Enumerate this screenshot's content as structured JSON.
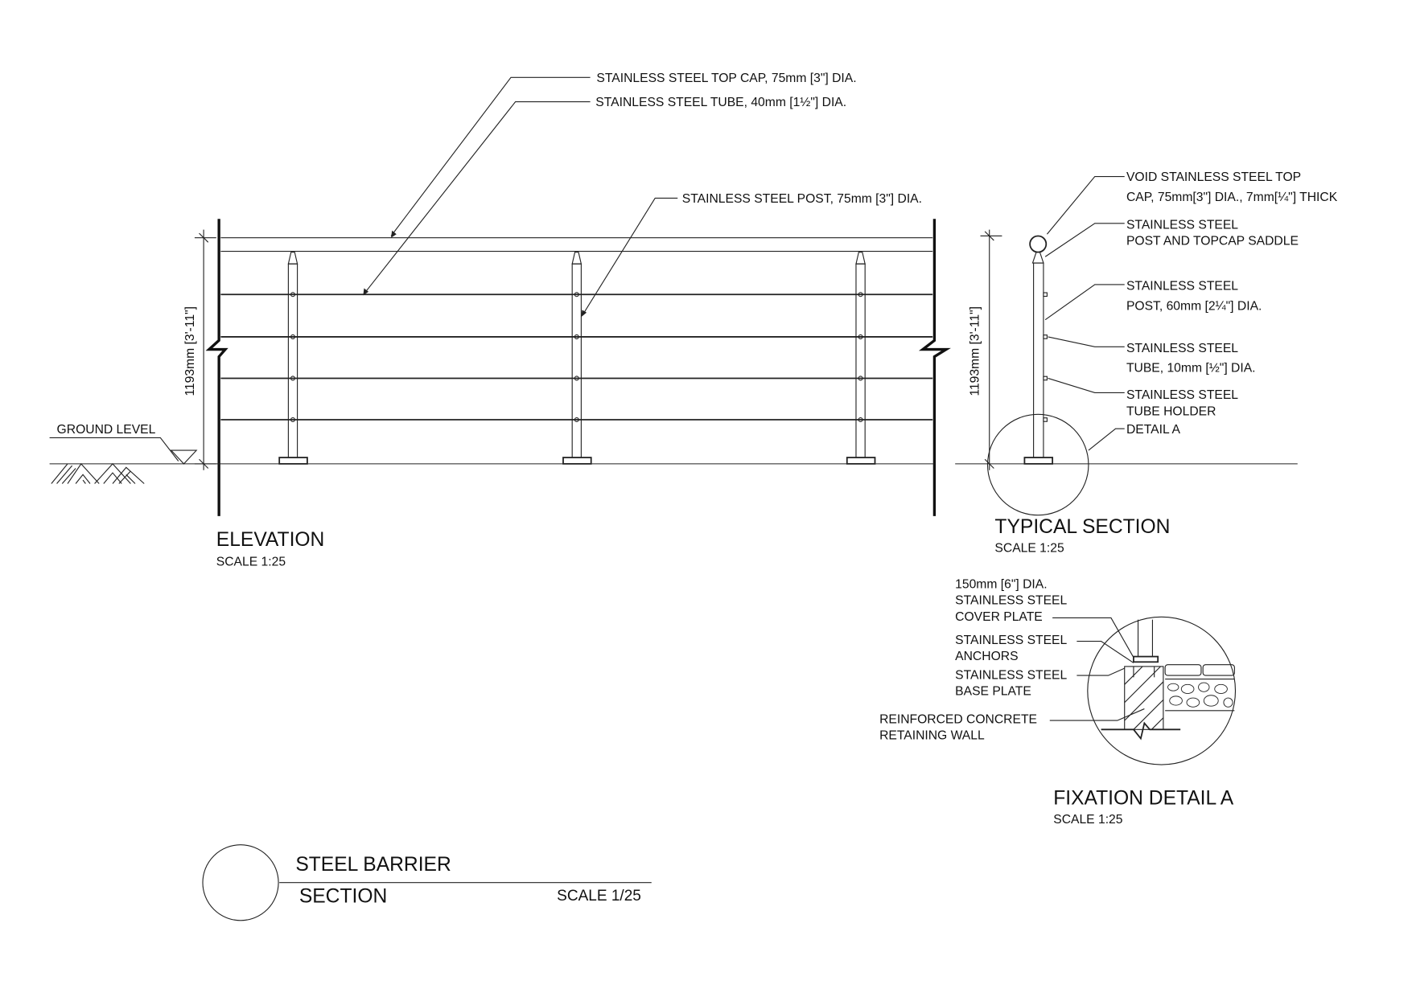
{
  "elevation": {
    "title": "ELEVATION",
    "scale": "SCALE 1:25",
    "dimension": "1193mm [3'-11\"]",
    "ground_level": "GROUND LEVEL",
    "labels": {
      "top_cap": "STAINLESS STEEL TOP CAP, 75mm [3\"] DIA.",
      "tube": "STAINLESS STEEL TUBE, 40mm [1½\"] DIA.",
      "post": "STAINLESS STEEL POST, 75mm [3\"] DIA."
    }
  },
  "typical_section": {
    "title": "TYPICAL SECTION",
    "scale": "SCALE 1:25",
    "dimension": "1193mm [3'-11\"]",
    "labels": [
      [
        "VOID STAINLESS STEEL TOP",
        "CAP, 75mm[3\"] DIA., 7mm[¼\"] THICK"
      ],
      [
        "STAINLESS STEEL",
        "POST AND TOPCAP SADDLE"
      ],
      [
        "STAINLESS STEEL",
        "POST, 60mm [2¼\"] DIA."
      ],
      [
        "STAINLESS STEEL",
        "TUBE, 10mm [½\"] DIA."
      ],
      [
        "STAINLESS STEEL",
        "TUBE HOLDER"
      ],
      [
        "DETAIL A"
      ]
    ]
  },
  "fixation_detail": {
    "title": "FIXATION DETAIL A",
    "scale": "SCALE 1:25",
    "labels": [
      [
        "150mm [6\"] DIA.",
        "STAINLESS STEEL",
        "COVER PLATE"
      ],
      [
        "STAINLESS STEEL",
        "ANCHORS"
      ],
      [
        "STAINLESS STEEL",
        "BASE PLATE"
      ],
      [
        "REINFORCED CONCRETE",
        "RETAINING WALL"
      ]
    ]
  },
  "title_block": {
    "title": "STEEL BARRIER",
    "subtitle": "SECTION",
    "scale": "SCALE 1/25"
  }
}
